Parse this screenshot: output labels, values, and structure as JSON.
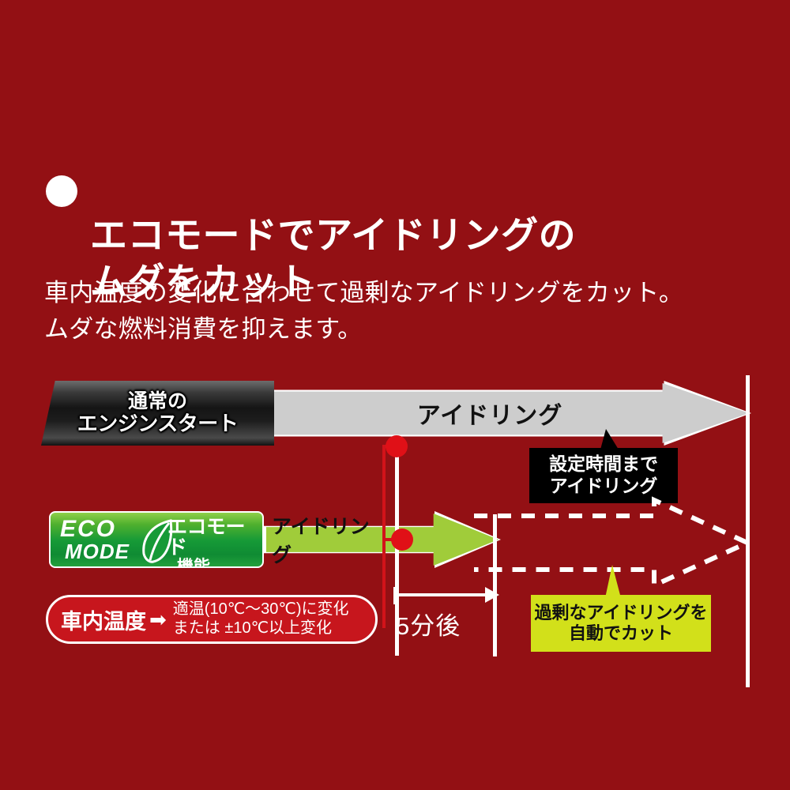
{
  "colors": {
    "background": "#931014",
    "gray_arrow": "#cdcdcd",
    "green_arrow": "#a0cc3a",
    "eco_green": "#169a37",
    "yellow_callout": "#d2e01a",
    "red_marker": "#e01017",
    "pill_red": "#c7161d",
    "white": "#ffffff",
    "black": "#000000"
  },
  "heading": {
    "bullet": "●",
    "title": "エコモードでアイドリングの\nムダをカット",
    "subcopy": "車内温度の変化に合わせて過剰なアイドリングをカット。\nムダな燃料消費を抑えます。"
  },
  "diagram": {
    "normal_start_label": {
      "line1": "通常の",
      "line2": "エンジンスタート"
    },
    "gray_arrow_label": "アイドリング",
    "black_callout": {
      "line1": "設定時間まで",
      "line2": "アイドリング"
    },
    "eco_badge": {
      "eco": "ECO",
      "mode": "MODE",
      "leaf": "leaf-icon",
      "jp_line1": "エコモード",
      "jp_line2": "機能"
    },
    "green_arrow_label": "アイドリング",
    "temperature_pill": {
      "title": "車内温度",
      "arrow": "➡",
      "body": "適温(10℃〜30℃)に変化\nまたは ±10℃以上変化"
    },
    "measure": {
      "label": "5分後"
    },
    "yellow_callout": {
      "line1": "過剰なアイドリングを",
      "line2": "自動でカット"
    }
  }
}
